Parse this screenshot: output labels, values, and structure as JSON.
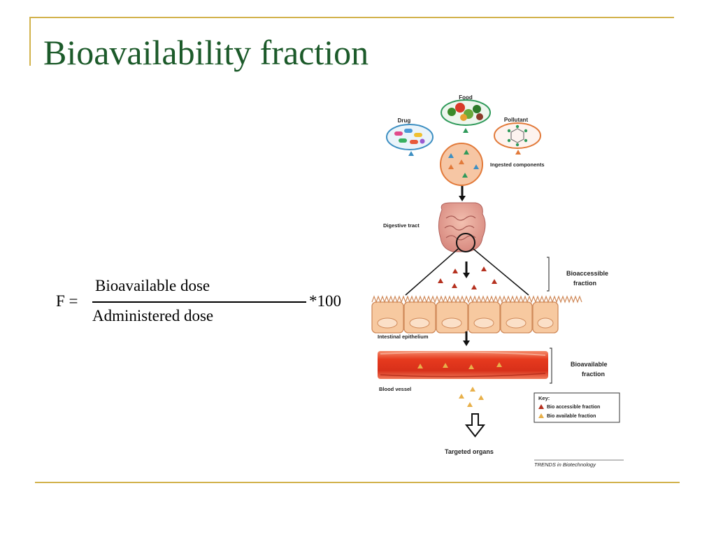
{
  "slide": {
    "title": "Bioavailability fraction"
  },
  "formula": {
    "lhs": "F =",
    "numerator": "Bioavailable dose",
    "denominator": "Administered dose",
    "multiplier": "*100"
  },
  "diagram": {
    "labels": {
      "food": "Food",
      "drug": "Drug",
      "pollutant": "Pollutant",
      "ingested": "Ingested components",
      "digestive": "Digestive tract",
      "bioaccessible_line1": "Bioaccessible",
      "bioaccessible_line2": "fraction",
      "epithelium": "Intestinal epithelium",
      "bioavailable_line1": "Bioavailable",
      "bioavailable_line2": "fraction",
      "blood_vessel": "Blood vessel",
      "targeted": "Targeted organs",
      "source": "TRENDS in Biotechnology"
    },
    "key": {
      "title": "Key:",
      "items": [
        {
          "label": "Bio accessible fraction",
          "color": "#b5311f"
        },
        {
          "label": "Bio available fraction",
          "color": "#e8b04a"
        }
      ]
    },
    "colors": {
      "red_triangle": "#b5311f",
      "orange_triangle": "#e27a3a",
      "blue_triangle": "#3d8fc2",
      "green_triangle": "#2f9a5a",
      "yellow_triangle": "#e8b04a",
      "vessel": "#e63a1e",
      "epithelium": "#f7c9a0"
    }
  }
}
